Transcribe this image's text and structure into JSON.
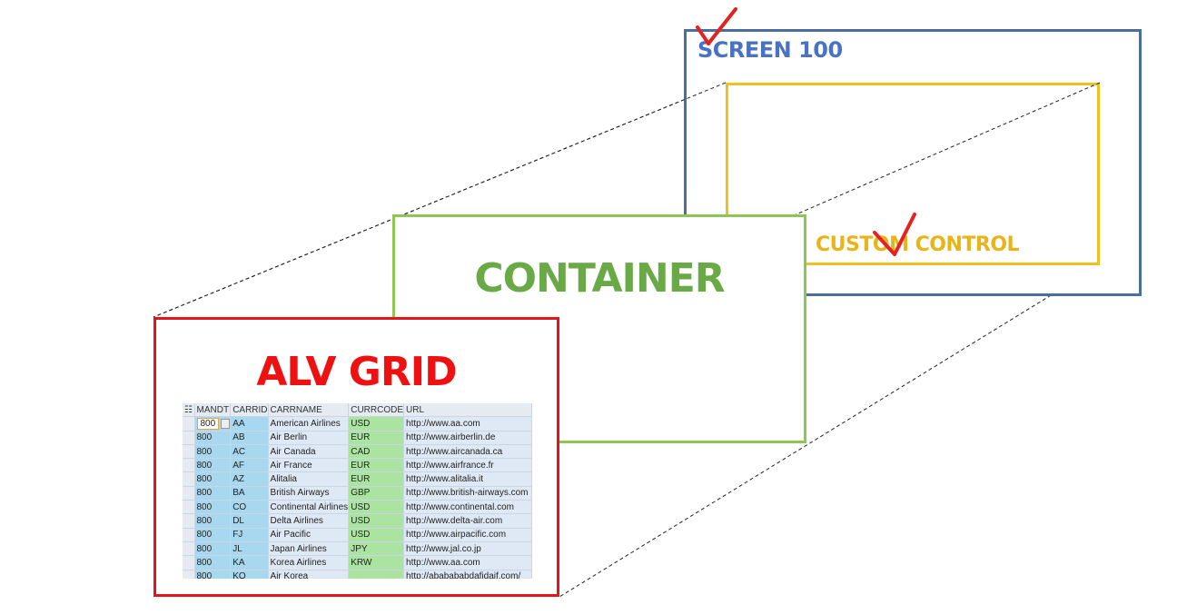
{
  "screen": {
    "title": "SCREEN 100"
  },
  "custom_control": {
    "title": "CUSTOM CONTROL"
  },
  "container": {
    "title": "CONTAINER"
  },
  "alv": {
    "title": "ALV GRID",
    "columns": [
      "MANDT",
      "CARRID",
      "CARRNAME",
      "CURRCODE",
      "URL"
    ],
    "rows": [
      [
        "800",
        "AA",
        "American Airlines",
        "USD",
        "http://www.aa.com"
      ],
      [
        "800",
        "AB",
        "Air Berlin",
        "EUR",
        "http://www.airberlin.de"
      ],
      [
        "800",
        "AC",
        "Air Canada",
        "CAD",
        "http://www.aircanada.ca"
      ],
      [
        "800",
        "AF",
        "Air France",
        "EUR",
        "http://www.airfrance.fr"
      ],
      [
        "800",
        "AZ",
        "Alitalia",
        "EUR",
        "http://www.alitalia.it"
      ],
      [
        "800",
        "BA",
        "British Airways",
        "GBP",
        "http://www.british-airways.com"
      ],
      [
        "800",
        "CO",
        "Continental Airlines",
        "USD",
        "http://www.continental.com"
      ],
      [
        "800",
        "DL",
        "Delta Airlines",
        "USD",
        "http://www.delta-air.com"
      ],
      [
        "800",
        "FJ",
        "Air Pacific",
        "USD",
        "http://www.airpacific.com"
      ],
      [
        "800",
        "JL",
        "Japan Airlines",
        "JPY",
        "http://www.jal.co.jp"
      ],
      [
        "800",
        "KA",
        "Korea Airlines",
        "KRW",
        "http://www.aa.com"
      ],
      [
        "800",
        "KO",
        "Air Korea",
        "",
        "http://ababababdafidaif.com/"
      ]
    ]
  },
  "colors": {
    "screen": "#4a6f9c",
    "custom_control": "#f0c020",
    "container": "#8cc653",
    "alv": "#e8141c",
    "check": "#e52222"
  }
}
